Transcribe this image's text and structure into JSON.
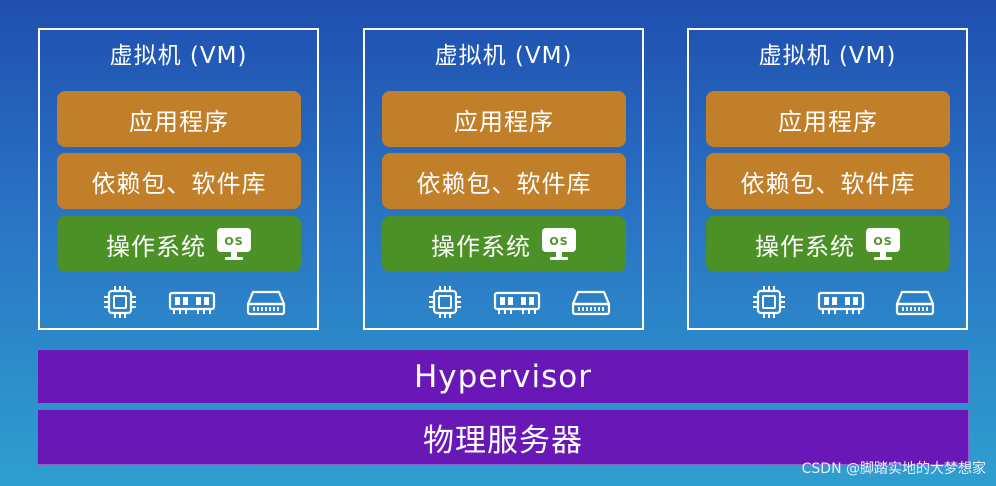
{
  "vms": [
    {
      "title": "虚拟机 (VM)",
      "app": "应用程序",
      "deps": "依赖包、软件库",
      "os": "操作系统",
      "os_badge": "OS"
    },
    {
      "title": "虚拟机 (VM)",
      "app": "应用程序",
      "deps": "依赖包、软件库",
      "os": "操作系统",
      "os_badge": "OS"
    },
    {
      "title": "虚拟机 (VM)",
      "app": "应用程序",
      "deps": "依赖包、软件库",
      "os": "操作系统",
      "os_badge": "OS"
    }
  ],
  "hypervisor": "Hypervisor",
  "server": "物理服务器",
  "watermark": "CSDN @脚踏实地的大梦想家",
  "icons": [
    "cpu-chip-icon",
    "memory-ram-icon",
    "hard-disk-icon",
    "monitor-os-icon"
  ],
  "colors": {
    "background_top": "#1f4fb0",
    "background_bottom": "#2f9fcf",
    "app_layer": "#c17f2a",
    "deps_layer": "#c17f2a",
    "os_layer": "#4c9127",
    "hypervisor": "#6a17b8",
    "server": "#6a17b8"
  }
}
